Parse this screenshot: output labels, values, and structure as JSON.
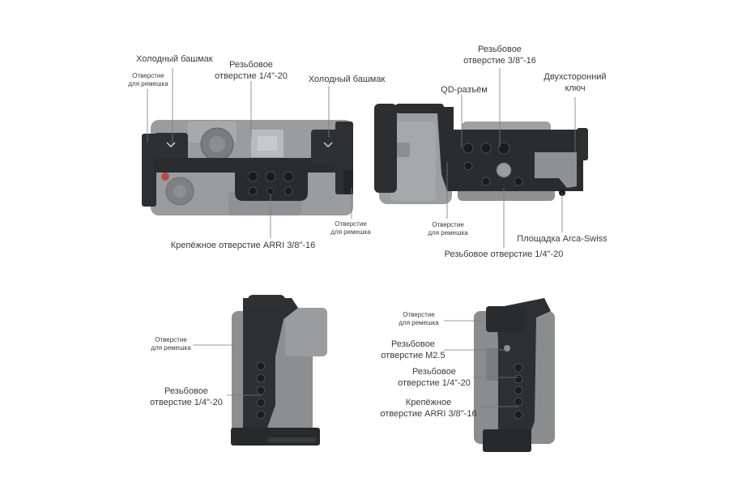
{
  "labels": {
    "top_left": {
      "cold_shoe_left": "Холодный башмак",
      "strap_hole_top_1": "Отверстие",
      "strap_hole_top_2": "для ремешка",
      "thread_14_1": "Резьбовое",
      "thread_14_2": "отверстие 1/4\"-20",
      "cold_shoe_right": "Холодный башмак",
      "strap_hole_right_1": "Отверстие",
      "strap_hole_right_2": "для ремешка",
      "arri_bottom": "Крепёжное отверстие ARRI 3/8\"-16"
    },
    "top_right": {
      "thread_38_1": "Резьбовое",
      "thread_38_2": "отверстие 3/8\"-16",
      "qd": "QD-разъём",
      "key_1": "Двухсторонний",
      "key_2": "ключ",
      "strap_hole_1": "Отверстие",
      "strap_hole_2": "для ремешка",
      "arca": "Площадка Arca-Swiss",
      "thread_14": "Резьбовое отверстие 1/4\"-20"
    },
    "bottom_left": {
      "strap_hole_1": "Отверстие",
      "strap_hole_2": "для ремешка",
      "thread_14_1": "Резьбовое",
      "thread_14_2": "отверстие 1/4\"-20"
    },
    "bottom_right": {
      "strap_hole_1": "Отверстие",
      "strap_hole_2": "для ремешка",
      "m25_1": "Резьбовое",
      "m25_2": "отверстие M2.5",
      "thread_14_1": "Резьбовое",
      "thread_14_2": "отверстие 1/4\"-20",
      "arri_1": "Крепёжное",
      "arri_2": "отверстие ARRI 3/8\"-16"
    }
  },
  "colors": {
    "cage": "#2e2f31",
    "camera": "#8a8c8e",
    "leader": "#7a7a7a"
  }
}
